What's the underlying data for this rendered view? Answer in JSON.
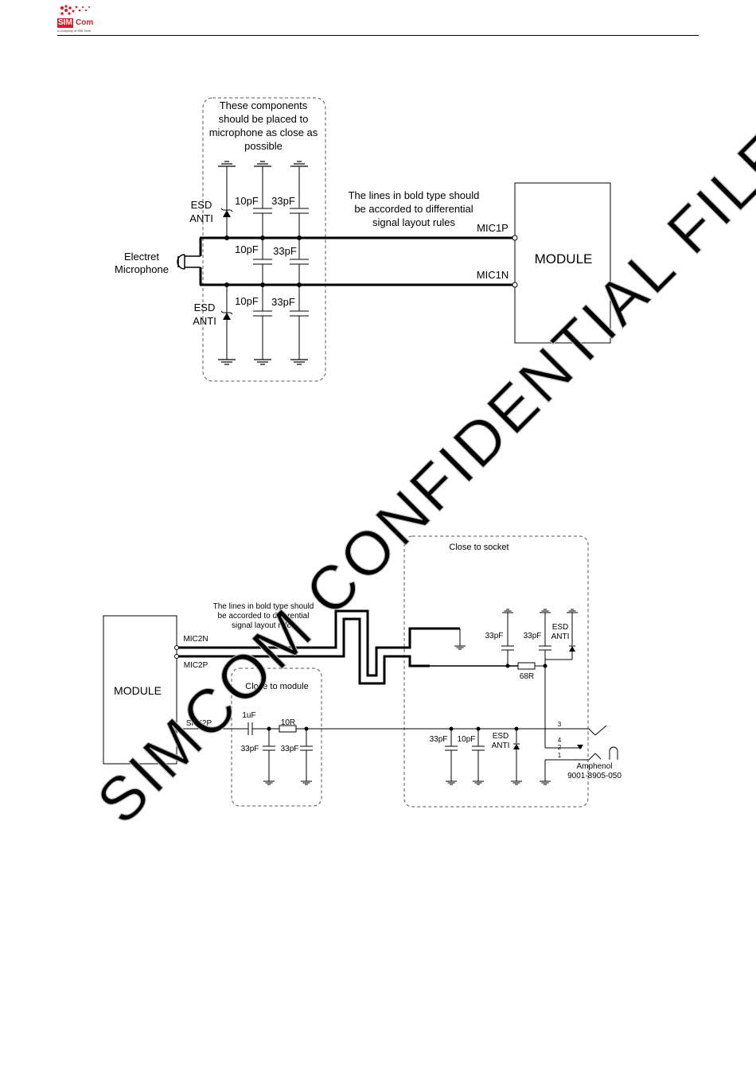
{
  "header": {
    "logo_sim": "SIM",
    "logo_com": "Com",
    "logo_tagline": "A company of SIM Tech"
  },
  "watermark": "SIMCOM CONFIDENTIAL FILE",
  "diagram1": {
    "note_components": [
      "These components",
      "should be placed to",
      "microphone as close as",
      "possible"
    ],
    "note_bold": [
      "The lines in bold type should",
      "be accorded to differential",
      "signal layout rules"
    ],
    "esd_top": [
      "ESD",
      "ANTI"
    ],
    "esd_bottom": [
      "ESD",
      "ANTI"
    ],
    "cap_10pF": "10pF",
    "cap_33pF": "33pF",
    "mic_label": [
      "Electret",
      "Microphone"
    ],
    "module": "MODULE",
    "mic1p": "MIC1P",
    "mic1n": "MIC1N"
  },
  "diagram2": {
    "close_socket": "Close to socket",
    "close_module": "Close to module",
    "note_bold": [
      "The lines in bold type should",
      "be accorded to differential",
      "signal layout rules"
    ],
    "module": "MODULE",
    "mic2n": "MIC2N",
    "mic2p": "MIC2P",
    "spk2p": "SPK2P",
    "cap_1uF": "1uF",
    "res_10R": "10R",
    "res_68R": "68R",
    "cap_33pF": "33pF",
    "cap_10pF": "10pF",
    "esd": [
      "ESD",
      "ANTI"
    ],
    "pin3": "3",
    "pin4": "4",
    "pin2": "2",
    "pin1": "1",
    "connector": [
      "Amphenol",
      "9001-8905-050"
    ]
  }
}
